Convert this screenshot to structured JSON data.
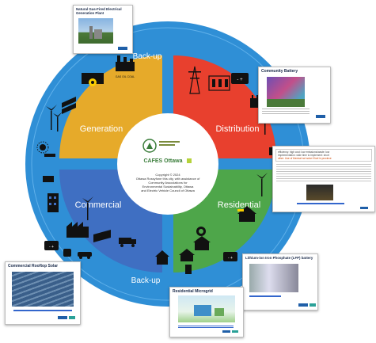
{
  "diagram": {
    "ring_labels": {
      "top": "Back-up",
      "bottom": "Back-up"
    },
    "quadrants": [
      {
        "id": "generation",
        "label": "Generation"
      },
      {
        "id": "distribution",
        "label": "Distribution"
      },
      {
        "id": "commercial",
        "label": "Commercial"
      },
      {
        "id": "residential",
        "label": "Residential"
      }
    ],
    "icon_labels": {
      "gas_oil_coal": "GAS OIL COAL"
    },
    "center": {
      "logo_text": "CAFES Ottawa",
      "copyright": [
        "Copyright © 2024",
        "Ottawa Rossyfone this city, with assistance of",
        "Community Associations for",
        "Environmental Sustainability, Ottawa",
        "and Electric Vehicle Council of Ottawa"
      ]
    },
    "colors": {
      "ring": "#2f8fd6",
      "generation": "#e6aa2a",
      "distribution": "#e8402e",
      "commercial": "#3f6fc2",
      "residential": "#4ea64a"
    }
  },
  "cards": {
    "gas_plant": {
      "title": "Natural Gas-Fired Electrical Generation Plant"
    },
    "community_battery": {
      "title": "Community Battery"
    },
    "vpp": {
      "lines": [
        "efficiency: high     cost: low     emissions/waste: low",
        "implementation: wide     time to implement: short",
        "other: Use of thermal not solar if fuel in province"
      ]
    },
    "rooftop_solar": {
      "title": "Commercial Rooftop Solar"
    },
    "lfp_battery": {
      "title": "Lithium-ion Iron Phosphate (LFP) battery"
    },
    "microgrid": {
      "title": "Residential Microgrid"
    }
  }
}
